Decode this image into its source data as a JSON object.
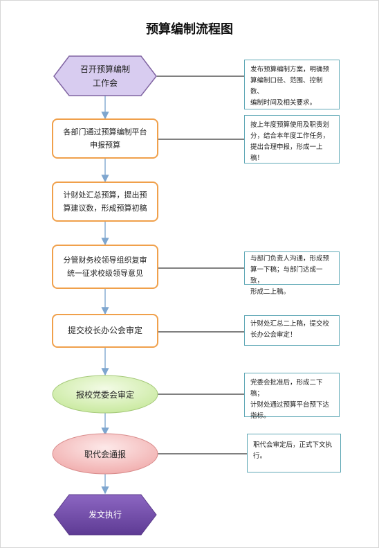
{
  "title": "预算编制流程图",
  "steps": [
    {
      "text": "召开预算编制工作会",
      "lines": [
        "召开预算编制",
        "工作会"
      ]
    },
    {
      "text": "各部门通过预算编制平台申报预算",
      "lines": [
        "各部门通过预算编制平台",
        "申报预算"
      ]
    },
    {
      "text": "计财处汇总预算，提出预算建议数，形成预算初稿",
      "lines": [
        "计财处汇总预算，提出预",
        "算建议数，形成预算初稿"
      ]
    },
    {
      "text": "分管财务校领导组织复审统一征求校级领导意见",
      "lines": [
        "分管财务校领导组织复审",
        "统一征求校级领导意见"
      ]
    },
    {
      "text": "提交校长办公会审定",
      "lines": [
        "提交校长办公会审定"
      ]
    },
    {
      "text": "报校党委会审定",
      "lines": [
        "报校党委会审定"
      ]
    },
    {
      "text": "职代会通报",
      "lines": [
        "职代会通报"
      ]
    },
    {
      "text": "发文执行",
      "lines": [
        "发文执行"
      ]
    }
  ],
  "notes": [
    {
      "lines": [
        "发布预算编制方案，明确预",
        "算编制口径、范围、控制数、",
        "编制时间及相关要求。"
      ]
    },
    {
      "lines": [
        "按上年度预算使用及职责划",
        "分，结合本年度工作任务，",
        "提出合理申报，形成一上稿！"
      ]
    },
    {
      "lines": [
        "与部门负责人沟通，形成预",
        "算一下稿；与部门达成一致，",
        "形成二上稿。"
      ]
    },
    {
      "lines": [
        "计财处汇总二上稿，提交校",
        "长办公会审定！"
      ]
    },
    {
      "lines": [
        "党委会批准后，形成二下稿；",
        "计财处通过预算平台预下达",
        "指标。"
      ]
    },
    {
      "lines": [
        "职代会审定后，正式下文执",
        "行。"
      ]
    }
  ],
  "colors": {
    "arrow": "#7ea6cf",
    "rect_border": "#f0a04b",
    "note_border": "#5fa8b6",
    "hex_top_fill": "#d8ccf0",
    "hex_top_stroke": "#8064a2",
    "oval_green": "#d6f0b0",
    "oval_pink": "#f6c3c3",
    "hex_bottom_fill": "#7a55b0"
  }
}
